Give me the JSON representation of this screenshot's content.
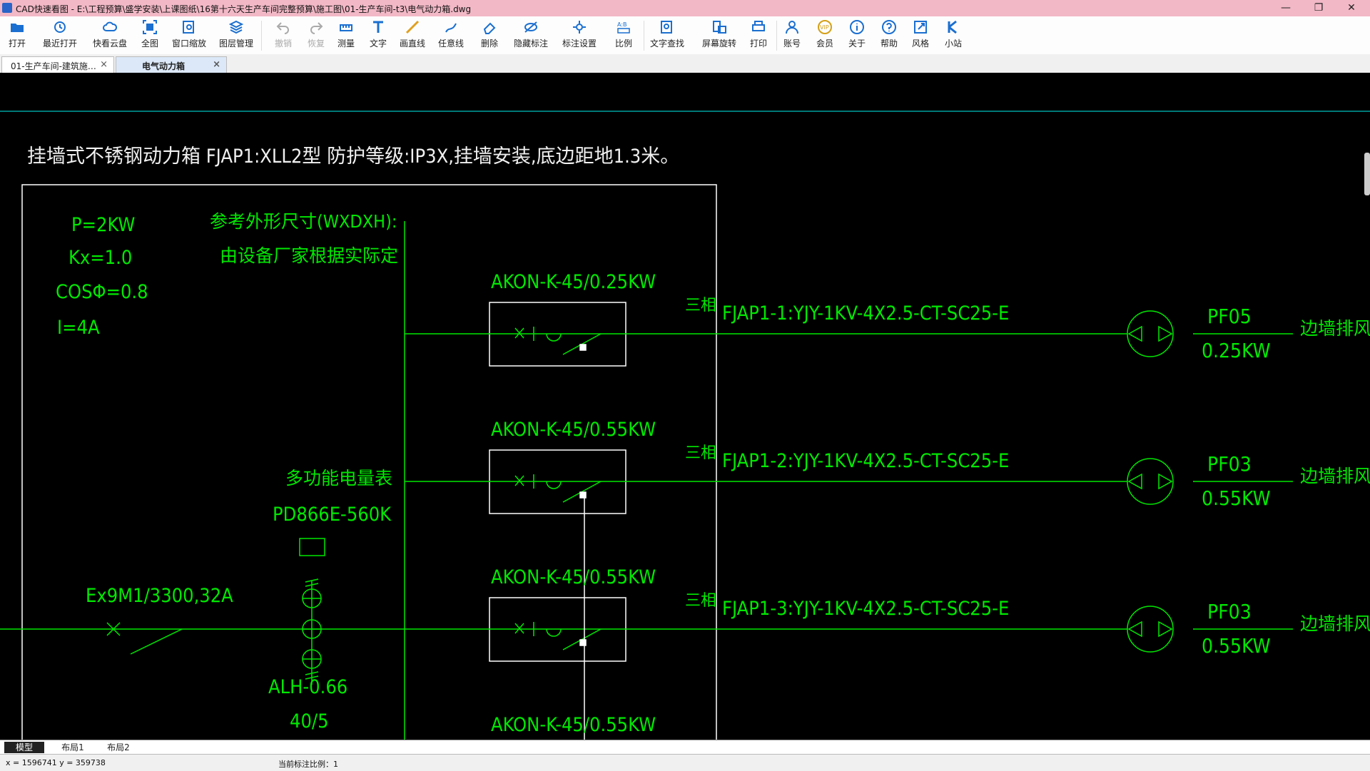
{
  "window": {
    "title": "CAD快速看图 - E:\\工程预算\\盛学安装\\上课图纸\\16第十六天生产车间完整预算\\施工图\\01-生产车间-t3\\电气动力箱.dwg",
    "minimize": "—",
    "maximize": "❐",
    "close": "✕"
  },
  "toolbar": [
    {
      "label": "打开",
      "icon": "folder-open-icon",
      "color": "#1a6fd0"
    },
    {
      "label": "最近打开",
      "icon": "history-icon",
      "color": "#1a6fd0"
    },
    {
      "label": "快看云盘",
      "icon": "cloud-icon",
      "color": "#1a6fd0"
    },
    {
      "label": "全图",
      "icon": "fit-view-icon",
      "color": "#1a6fd0"
    },
    {
      "label": "窗口缩放",
      "icon": "zoom-window-icon",
      "color": "#1a6fd0"
    },
    {
      "label": "图层管理",
      "icon": "layers-icon",
      "color": "#1a6fd0"
    },
    {
      "label": "撤销",
      "icon": "undo-icon",
      "color": "#aaaaaa"
    },
    {
      "label": "恢复",
      "icon": "redo-icon",
      "color": "#aaaaaa"
    },
    {
      "label": "测量",
      "icon": "measure-icon",
      "color": "#1a6fd0"
    },
    {
      "label": "文字",
      "icon": "text-icon",
      "color": "#1a6fd0"
    },
    {
      "label": "画直线",
      "icon": "line-icon",
      "color": "#e0a020"
    },
    {
      "label": "任意线",
      "icon": "freehand-icon",
      "color": "#1a6fd0"
    },
    {
      "label": "删除",
      "icon": "eraser-icon",
      "color": "#1a6fd0"
    },
    {
      "label": "隐藏标注",
      "icon": "hide-annotation-icon",
      "color": "#1a6fd0"
    },
    {
      "label": "标注设置",
      "icon": "annotation-settings-icon",
      "color": "#1a6fd0"
    },
    {
      "label": "比例",
      "icon": "scale-icon",
      "color": "#1a6fd0"
    },
    {
      "label": "文字查找",
      "icon": "text-search-icon",
      "color": "#1a6fd0"
    },
    {
      "label": "屏幕旋转",
      "icon": "rotate-screen-icon",
      "color": "#1a6fd0"
    },
    {
      "label": "打印",
      "icon": "print-icon",
      "color": "#1a6fd0"
    },
    {
      "label": "账号",
      "icon": "account-icon",
      "color": "#1a6fd0"
    },
    {
      "label": "会员",
      "icon": "vip-icon",
      "color": "#d4a017"
    },
    {
      "label": "关于",
      "icon": "info-icon",
      "color": "#1a6fd0"
    },
    {
      "label": "帮助",
      "icon": "help-icon",
      "color": "#1a6fd0"
    },
    {
      "label": "风格",
      "icon": "style-icon",
      "color": "#1a6fd0"
    },
    {
      "label": "小站",
      "icon": "station-icon",
      "color": "#1a6fd0"
    }
  ],
  "tabs": [
    {
      "label": "01-生产车间-建筑施…",
      "close": "×",
      "active": false
    },
    {
      "label": "电气动力箱",
      "close": "×",
      "active": true
    }
  ],
  "drawing": {
    "title": "挂墙式不锈钢动力箱 FJAP1:XLL2型 防护等级:IP3X,挂墙安装,底边距地1.3米。",
    "params": [
      "P=2KW",
      "Kx=1.0",
      "COSΦ=0.8",
      "I=4A"
    ],
    "dimension_note": [
      "参考外形尺寸(WXDXH):",
      "由设备厂家根据实际定"
    ],
    "meter_label": [
      "多功能电量表",
      "PD866E-560K"
    ],
    "main_breaker": "Ex9M1/3300,32A",
    "ct_label": [
      "ALH-0.66",
      "40/5"
    ],
    "breakers": [
      "AKON-K-45/0.25KW",
      "AKON-K-45/0.55KW",
      "AKON-K-45/0.55KW",
      "AKON-K-45/0.55KW"
    ],
    "phase": "三相",
    "circuits": [
      {
        "cable": "FJAP1-1:YJY-1KV-4X2.5-CT-SC25-E",
        "code": "PF05",
        "power": "0.25KW",
        "device": "边墙排风机"
      },
      {
        "cable": "FJAP1-2:YJY-1KV-4X2.5-CT-SC25-E",
        "code": "PF03",
        "power": "0.55KW",
        "device": "边墙排风机"
      },
      {
        "cable": "FJAP1-3:YJY-1KV-4X2.5-CT-SC25-E",
        "code": "PF03",
        "power": "0.55KW",
        "device": "边墙排风机"
      }
    ],
    "colors": {
      "line": "#00e800",
      "text": "#00e800",
      "box": "#ffffff",
      "cyan": "#00a0a0"
    }
  },
  "layout_tabs": [
    {
      "label": "模型",
      "active": true
    },
    {
      "label": "布局1",
      "active": false
    },
    {
      "label": "布局2",
      "active": false
    }
  ],
  "status": {
    "coords": "x = 1596741  y = 359738",
    "scale": "当前标注比例：1"
  }
}
